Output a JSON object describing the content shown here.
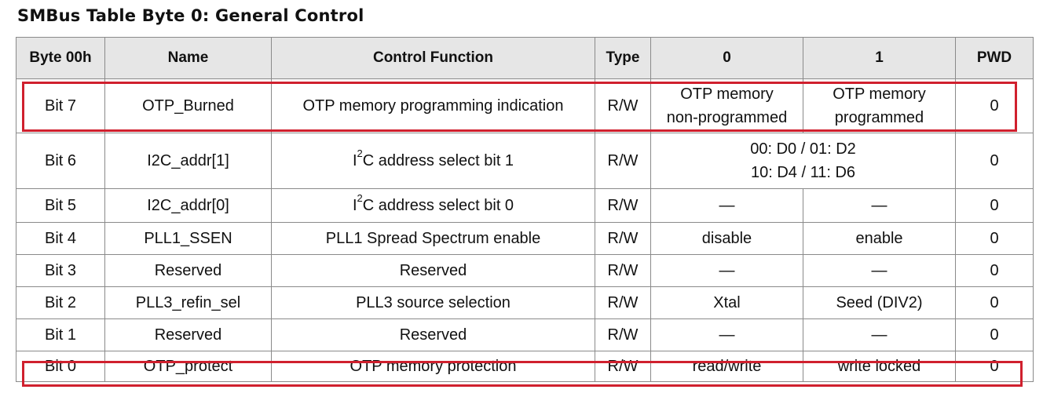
{
  "title": "SMBus Table Byte 0: General Control",
  "headers": [
    "Byte 00h",
    "Name",
    "Control Function",
    "Type",
    "0",
    "1",
    "PWD"
  ],
  "rows": [
    {
      "byte": "Bit 7",
      "name": "OTP_Burned",
      "function": "OTP memory programming indication",
      "type": "R/W",
      "v0_l1": "OTP memory",
      "v0_l2": "non-programmed",
      "v1_l1": "OTP memory",
      "v1_l2": "programmed",
      "pwd": "0"
    },
    {
      "byte": "Bit 6",
      "name": "I2C_addr[1]",
      "function_pre": "I",
      "function_sup": "2",
      "function_post": "C address select bit 1",
      "type": "R/W",
      "merged_l1": "00: D0 / 01: D2",
      "merged_l2": "10: D4 / 11: D6",
      "pwd": "0"
    },
    {
      "byte": "Bit 5",
      "name": "I2C_addr[0]",
      "function_pre": "I",
      "function_sup": "2",
      "function_post": "C address select bit 0",
      "type": "R/W",
      "v0": "—",
      "v1": "—",
      "pwd": "0"
    },
    {
      "byte": "Bit 4",
      "name": "PLL1_SSEN",
      "function": "PLL1 Spread Spectrum enable",
      "type": "R/W",
      "v0": "disable",
      "v1": "enable",
      "pwd": "0"
    },
    {
      "byte": "Bit 3",
      "name": "Reserved",
      "function": "Reserved",
      "type": "R/W",
      "v0": "—",
      "v1": "—",
      "pwd": "0"
    },
    {
      "byte": "Bit 2",
      "name": "PLL3_refin_sel",
      "function": "PLL3 source selection",
      "type": "R/W",
      "v0": "Xtal",
      "v1": "Seed (DIV2)",
      "pwd": "0"
    },
    {
      "byte": "Bit 1",
      "name": "Reserved",
      "function": "Reserved",
      "type": "R/W",
      "v0": "—",
      "v1": "—",
      "pwd": "0"
    },
    {
      "byte": "Bit 0",
      "name": "OTP_protect",
      "function": "OTP memory protection",
      "type": "R/W",
      "v0": "read/write",
      "v1": "write locked",
      "pwd": "0"
    }
  ],
  "colors": {
    "highlight": "#d0202e",
    "header_bg": "#e6e6e6",
    "border": "#8a8a8a"
  }
}
